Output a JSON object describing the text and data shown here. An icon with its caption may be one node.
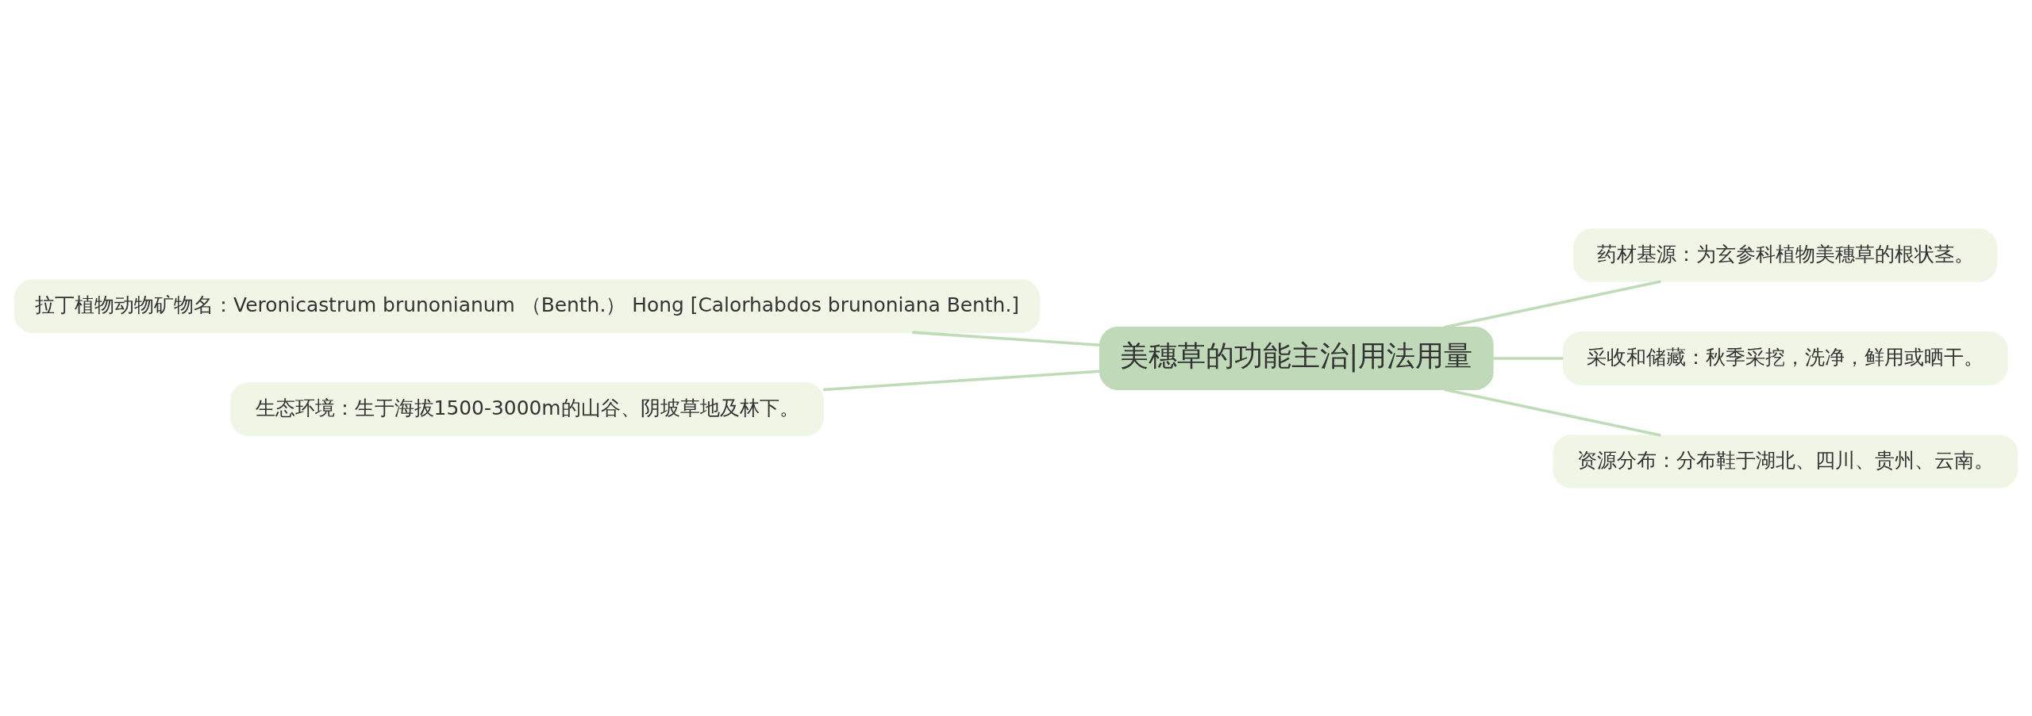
{
  "diagram": {
    "nodes": [
      {
        "text": [
          "美穗草的功能主治|用法用量"
        ]
      },
      {
        "text": [
          "拉丁植物动物矿物名：Veronicastrum brunonianum （Benth.） Hong [Calorhabdos brunoniana Benth.]"
        ]
      },
      {
        "text": [
          "生态环境：生于海拔1500-3000m的山谷、阴坡草地及林下。"
        ]
      },
      {
        "text": [
          "药材基源：为玄参科植物美穗草的根状茎。"
        ]
      },
      {
        "text": [
          "采收和储藏：秋季采挖，洗净，鲜用或晒干。"
        ]
      },
      {
        "text": [
          "资源分布：分布鞋于湖北、四川、贵州、云南。"
        ]
      }
    ],
    "edges": [
      {
        "from": 0,
        "to": 1,
        "arrow": "none"
      },
      {
        "from": 0,
        "to": 2,
        "arrow": "none"
      },
      {
        "from": 0,
        "to": 3,
        "arrow": "none"
      },
      {
        "from": 0,
        "to": 4,
        "arrow": "none"
      },
      {
        "from": 0,
        "to": 5,
        "arrow": "none"
      }
    ]
  }
}
